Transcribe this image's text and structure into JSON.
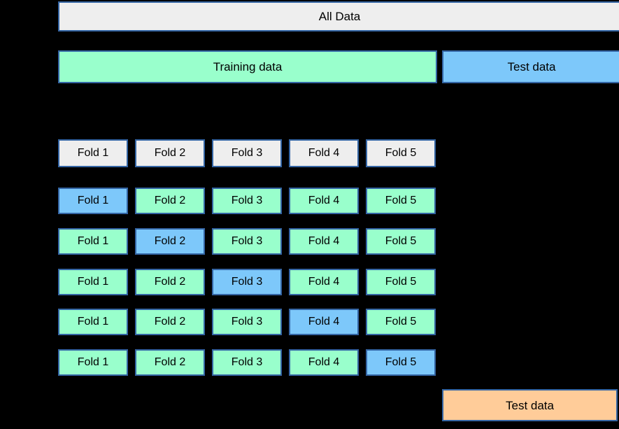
{
  "diagram": {
    "title_bar": {
      "label": "All Data"
    },
    "split_bars": {
      "training": "Training data",
      "test": "Test data"
    },
    "cv": {
      "fold_labels": [
        "Fold 1",
        "Fold 2",
        "Fold 3",
        "Fold 4",
        "Fold 5"
      ],
      "rows": [
        {
          "kind": "header",
          "highlight": -1
        },
        {
          "kind": "split",
          "highlight": 0
        },
        {
          "kind": "split",
          "highlight": 1
        },
        {
          "kind": "split",
          "highlight": 2
        },
        {
          "kind": "split",
          "highlight": 3
        },
        {
          "kind": "split",
          "highlight": 4
        }
      ]
    },
    "final_test_bar": {
      "label": "Test data"
    }
  },
  "colors": {
    "background": "#000000",
    "box-border": "#3465A4",
    "gray-fill": "#EEEEEE",
    "green-fill": "#99FFCC",
    "blue-fill": "#7DC8FA",
    "orange-fill": "#FFCC99",
    "text": "#000000"
  }
}
